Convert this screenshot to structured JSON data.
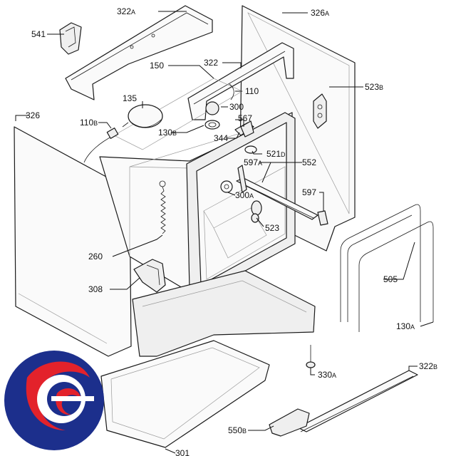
{
  "labels": {
    "p322a": "322",
    "p322a_sub": "A",
    "p326a": "326",
    "p326a_sub": "A",
    "p541": "541",
    "p322": "322",
    "p150": "150",
    "p110": "110",
    "p523b": "523",
    "p523b_sub": "B",
    "p135": "135",
    "p300": "300",
    "p567": "567",
    "p326": "326",
    "p110b": "110",
    "p110b_sub": "B",
    "p130b": "130",
    "p130b_sub": "B",
    "p344": "344",
    "p521d": "521",
    "p521d_sub": "D",
    "p597a": "597",
    "p597a_sub": "A",
    "p552": "552",
    "p300a": "300",
    "p300a_sub": "A",
    "p597": "597",
    "p523": "523",
    "p260": "260",
    "p505": "505",
    "p308": "308",
    "p130a": "130",
    "p130a_sub": "A",
    "p330a": "330",
    "p330a_sub": "A",
    "p322b": "322",
    "p322b_sub": "B",
    "p550b": "550",
    "p550b_sub": "B",
    "p301": "301"
  },
  "logo": {
    "colors": {
      "blue": "#1c2f8c",
      "red": "#e3222b",
      "white": "#ffffff"
    }
  }
}
